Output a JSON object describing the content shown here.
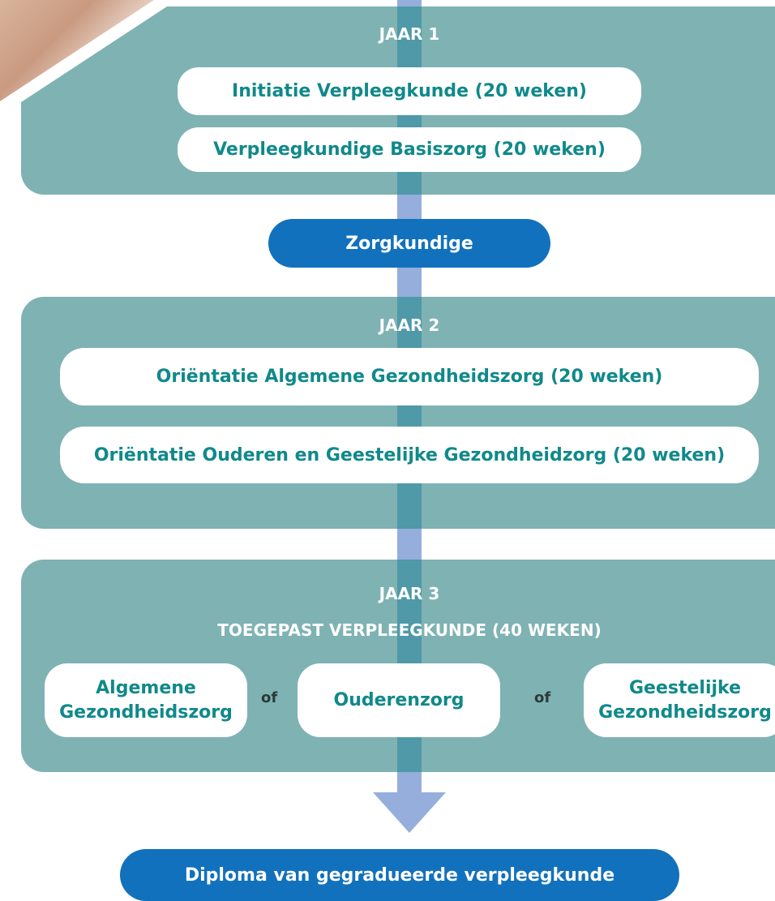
{
  "colors": {
    "panel": "#7fb2b3",
    "pill_text": "#10898a",
    "blue_pill": "#1271bd",
    "arrow": "#96aedc"
  },
  "year1": {
    "label": "JAAR 1",
    "items": [
      "Initiatie Verpleegkunde (20 weken)",
      "Verpleegkundige Basiszorg (20 weken)"
    ]
  },
  "milestone1": "Zorgkundige",
  "year2": {
    "label": "JAAR 2",
    "items": [
      "Oriëntatie Algemene Gezondheidszorg (20 weken)",
      "Oriëntatie Ouderen en Geestelijke Gezondheidzorg (20 weken)"
    ]
  },
  "year3": {
    "label": "JAAR 3",
    "subtitle": "TOEGEPAST VERPLEEGKUNDE (40 WEKEN)",
    "options": [
      {
        "line1": "Algemene",
        "line2": "Gezondheidszorg"
      },
      {
        "line1": "Ouderenzorg",
        "line2": ""
      },
      {
        "line1": "Geestelijke",
        "line2": "Gezondheidszorg"
      }
    ],
    "separator": "of"
  },
  "diploma": "Diploma van gegradueerde verpleegkunde"
}
